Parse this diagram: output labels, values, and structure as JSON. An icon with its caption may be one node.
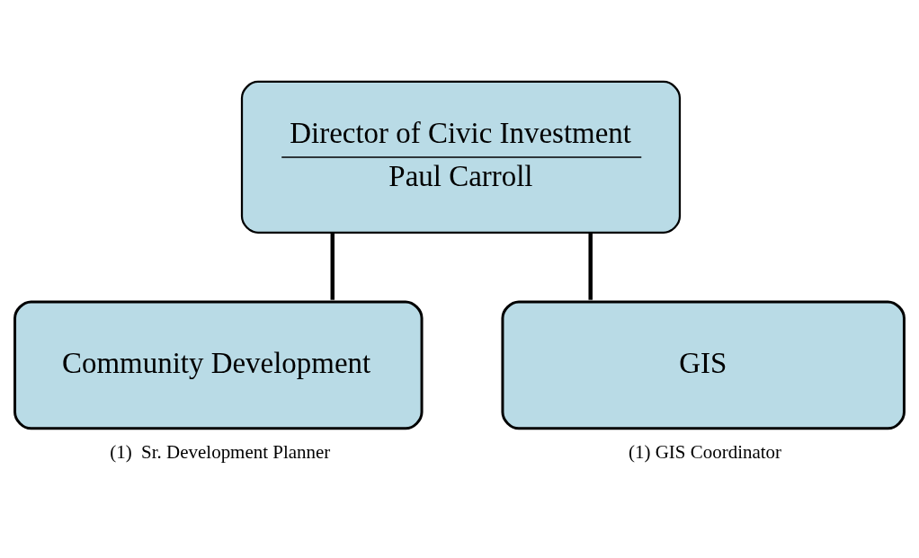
{
  "diagram": {
    "nodes": [
      {
        "text": [
          "Director of Civic Investment",
          "Paul Carroll"
        ]
      },
      {
        "text": [
          "Community Development"
        ],
        "beside": [
          "(1)  Sr. Development Planner"
        ]
      },
      {
        "text": [
          "GIS"
        ],
        "beside": [
          "(1) GIS Coordinator"
        ]
      }
    ],
    "edges": [
      {
        "from": 0,
        "to": 1,
        "arrow": "none"
      },
      {
        "from": 0,
        "to": 2,
        "arrow": "none"
      }
    ]
  }
}
